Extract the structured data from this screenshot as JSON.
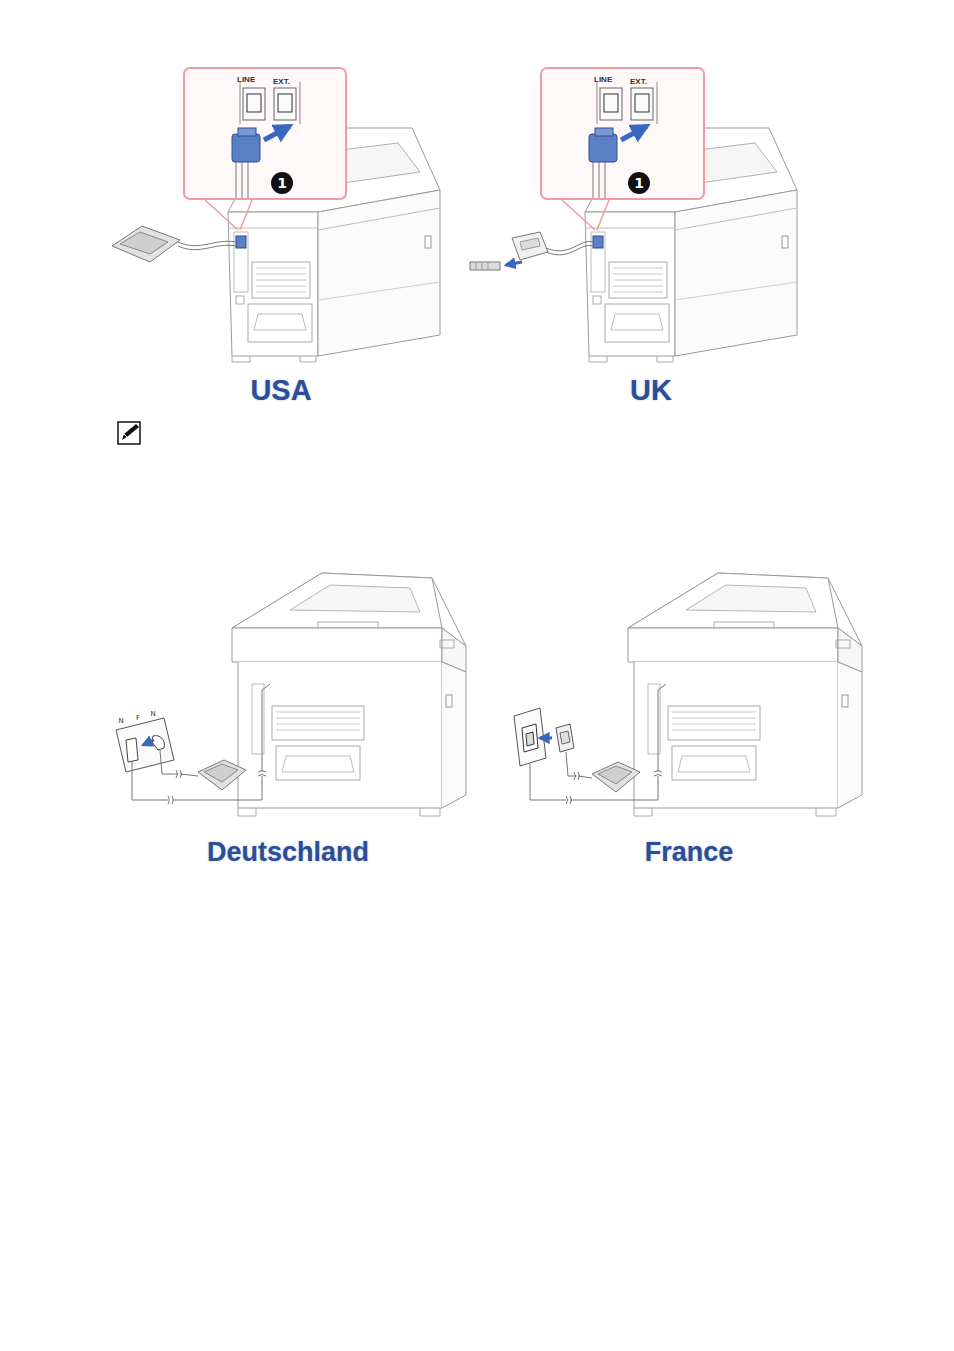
{
  "diagram": {
    "nodes": [
      {
        "text": [
          "LINE",
          "EXT.",
          "1"
        ]
      },
      {
        "text": [
          "LINE",
          "EXT.",
          "1"
        ]
      }
    ],
    "labels": [
      "USA",
      "UK",
      "Deutschland",
      "France",
      "N",
      "F",
      "N"
    ]
  }
}
